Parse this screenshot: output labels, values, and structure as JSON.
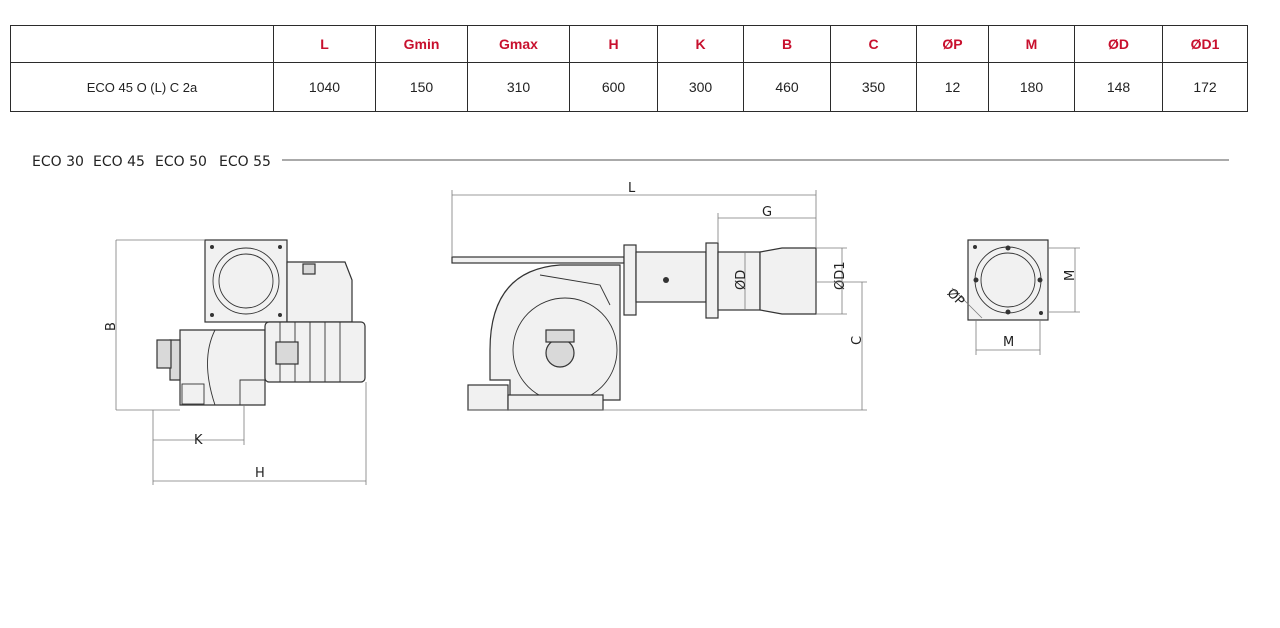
{
  "table": {
    "headers": [
      "",
      "L",
      "Gmin",
      "Gmax",
      "H",
      "K",
      "B",
      "C",
      "ØP",
      "M",
      "ØD",
      "ØD1"
    ],
    "rows": [
      [
        "ECO 45 O (L) C 2a",
        "1040",
        "150",
        "310",
        "600",
        "300",
        "460",
        "350",
        "12",
        "180",
        "148",
        "172"
      ]
    ]
  },
  "series": {
    "models": [
      "ECO 30",
      "ECO 45",
      "ECO 50",
      "ECO 55"
    ]
  },
  "labels": {
    "front_height": "B",
    "front_width_k": "K",
    "front_width_h": "H",
    "side_length": "L",
    "side_g": "G",
    "side_d": "ØD",
    "side_d1": "ØD1",
    "side_c": "C",
    "flange_p": "ØP",
    "flange_m_vertical": "M",
    "flange_m_horizontal": "M"
  },
  "colors": {
    "header_text": "#c8102e",
    "line": "#333333",
    "dimension": "#7a7a7a"
  }
}
